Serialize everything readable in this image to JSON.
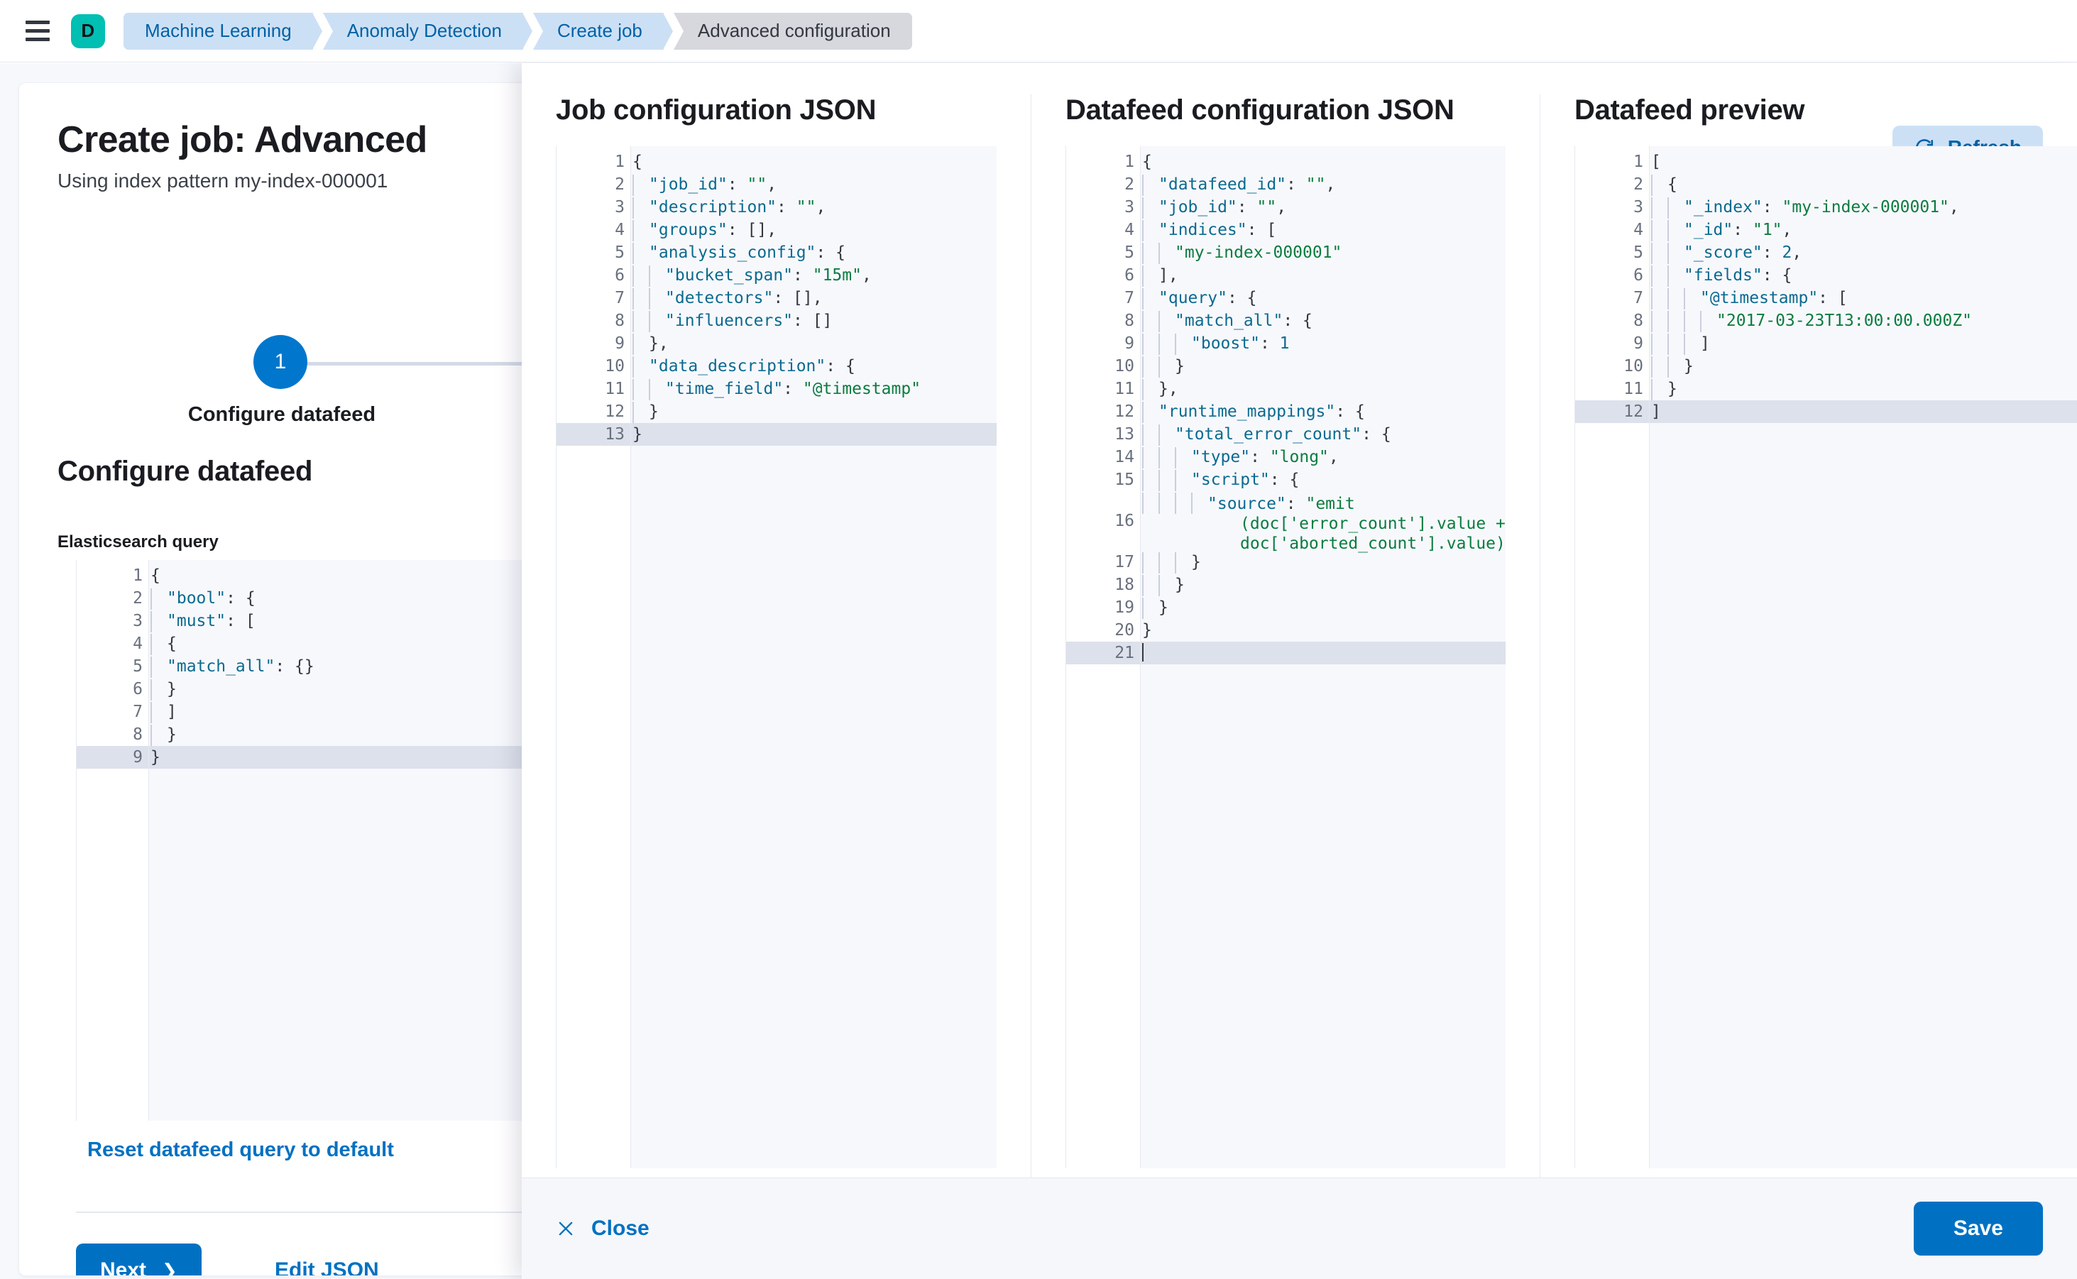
{
  "topbar": {
    "menu_icon": "hamburger-menu-icon",
    "space_avatar_letter": "D",
    "breadcrumbs": [
      {
        "label": "Machine Learning",
        "active": false
      },
      {
        "label": "Anomaly Detection",
        "active": false
      },
      {
        "label": "Create job",
        "active": false
      },
      {
        "label": "Advanced configuration",
        "active": true
      }
    ]
  },
  "colors": {
    "brand_teal": "#00bfb3",
    "primary_blue": "#0071c2",
    "link_blue": "#0061a6",
    "breadcrumb_bg": "#cce0f5",
    "breadcrumb_active_bg": "#d6d8dd",
    "editor_bg": "#f7f8fc",
    "editor_current_line": "#dce1eb",
    "json_key": "#0b6a8f",
    "json_string": "#0b7c3f"
  },
  "page": {
    "title": "Create job: Advanced",
    "subtitle": "Using index pattern my-index-000001",
    "step": {
      "number": "1",
      "label": "Configure datafeed"
    },
    "section_title": "Configure datafeed",
    "field_label": "Elasticsearch query",
    "reset_link": "Reset datafeed query to default",
    "next_button": "Next",
    "next_chevron": "chevron-right-icon",
    "edit_json_button": "Edit JSON"
  },
  "elasticsearch_query_editor": {
    "lines": [
      {
        "no": "1",
        "fold": true,
        "indent": 0,
        "text": "{"
      },
      {
        "no": "2",
        "fold": true,
        "indent": 0,
        "text": "  \"bool\": {"
      },
      {
        "no": "3",
        "fold": true,
        "indent": 1,
        "text": "  \"must\": ["
      },
      {
        "no": "4",
        "fold": true,
        "indent": 2,
        "text": "  {"
      },
      {
        "no": "5",
        "fold": false,
        "indent": 3,
        "text": "  \"match_all\": {}"
      },
      {
        "no": "6",
        "fold": false,
        "indent": 2,
        "text": "  }"
      },
      {
        "no": "7",
        "fold": false,
        "indent": 1,
        "text": "  ]"
      },
      {
        "no": "8",
        "fold": false,
        "indent": 0,
        "text": "  }"
      },
      {
        "no": "9",
        "fold": false,
        "indent": 0,
        "text": "}",
        "current": true
      }
    ]
  },
  "flyout": {
    "columns": [
      {
        "title": "Job configuration JSON",
        "name": "job-configuration-json"
      },
      {
        "title": "Datafeed configuration JSON",
        "name": "datafeed-configuration-json"
      },
      {
        "title": "Datafeed preview",
        "name": "datafeed-preview"
      }
    ],
    "refresh_button": "Refresh",
    "refresh_icon": "refresh-icon",
    "close_button": "Close",
    "close_icon": "close-x-icon",
    "save_button": "Save"
  },
  "job_config_json": {
    "lines": [
      {
        "no": "1",
        "fold": true,
        "text": "{"
      },
      {
        "no": "2",
        "fold": false,
        "text": "  \"job_id\": \"\","
      },
      {
        "no": "3",
        "fold": false,
        "text": "  \"description\": \"\","
      },
      {
        "no": "4",
        "fold": false,
        "text": "  \"groups\": [],"
      },
      {
        "no": "5",
        "fold": true,
        "text": "  \"analysis_config\": {"
      },
      {
        "no": "6",
        "fold": false,
        "text": "    \"bucket_span\": \"15m\","
      },
      {
        "no": "7",
        "fold": false,
        "text": "    \"detectors\": [],"
      },
      {
        "no": "8",
        "fold": false,
        "text": "    \"influencers\": []"
      },
      {
        "no": "9",
        "fold": false,
        "text": "  },"
      },
      {
        "no": "10",
        "fold": true,
        "text": "  \"data_description\": {"
      },
      {
        "no": "11",
        "fold": false,
        "text": "    \"time_field\": \"@timestamp\""
      },
      {
        "no": "12",
        "fold": false,
        "text": "  }"
      },
      {
        "no": "13",
        "fold": false,
        "text": "}",
        "current": true
      }
    ]
  },
  "datafeed_config_json": {
    "lines": [
      {
        "no": "1",
        "fold": true,
        "text": "{"
      },
      {
        "no": "2",
        "fold": false,
        "text": "  \"datafeed_id\": \"\","
      },
      {
        "no": "3",
        "fold": false,
        "text": "  \"job_id\": \"\","
      },
      {
        "no": "4",
        "fold": true,
        "text": "  \"indices\": ["
      },
      {
        "no": "5",
        "fold": false,
        "text": "    \"my-index-000001\""
      },
      {
        "no": "6",
        "fold": false,
        "text": "  ],"
      },
      {
        "no": "7",
        "fold": true,
        "text": "  \"query\": {"
      },
      {
        "no": "8",
        "fold": true,
        "text": "    \"match_all\": {"
      },
      {
        "no": "9",
        "fold": false,
        "text": "      \"boost\": 1"
      },
      {
        "no": "10",
        "fold": false,
        "text": "    }"
      },
      {
        "no": "11",
        "fold": false,
        "text": "  },"
      },
      {
        "no": "12",
        "fold": true,
        "text": "  \"runtime_mappings\": {"
      },
      {
        "no": "13",
        "fold": true,
        "text": "    \"total_error_count\": {"
      },
      {
        "no": "14",
        "fold": false,
        "text": "      \"type\": \"long\","
      },
      {
        "no": "15",
        "fold": true,
        "text": "      \"script\": {"
      },
      {
        "no": "16",
        "fold": false,
        "wrapped": true,
        "text": "        \"source\": \"emit(doc['error_count'].value + doc['aborted_count'].value)\""
      },
      {
        "no": "17",
        "fold": false,
        "text": "      }"
      },
      {
        "no": "18",
        "fold": false,
        "text": "    }"
      },
      {
        "no": "19",
        "fold": false,
        "text": "  }"
      },
      {
        "no": "20",
        "fold": false,
        "text": "}"
      },
      {
        "no": "21",
        "fold": false,
        "text": "",
        "current": true,
        "caret": true
      }
    ]
  },
  "datafeed_preview_json": {
    "lines": [
      {
        "no": "1",
        "fold": true,
        "text": "["
      },
      {
        "no": "2",
        "fold": true,
        "text": "  {"
      },
      {
        "no": "3",
        "fold": false,
        "text": "    \"_index\": \"my-index-000001\","
      },
      {
        "no": "4",
        "fold": false,
        "text": "    \"_id\": \"1\","
      },
      {
        "no": "5",
        "fold": false,
        "text": "    \"_score\": 2,"
      },
      {
        "no": "6",
        "fold": true,
        "text": "    \"fields\": {"
      },
      {
        "no": "7",
        "fold": true,
        "text": "      \"@timestamp\": ["
      },
      {
        "no": "8",
        "fold": false,
        "text": "        \"2017-03-23T13:00:00.000Z\""
      },
      {
        "no": "9",
        "fold": false,
        "text": "      ]"
      },
      {
        "no": "10",
        "fold": false,
        "text": "    }"
      },
      {
        "no": "11",
        "fold": false,
        "text": "  }"
      },
      {
        "no": "12",
        "fold": false,
        "text": "]",
        "current": true
      }
    ]
  }
}
